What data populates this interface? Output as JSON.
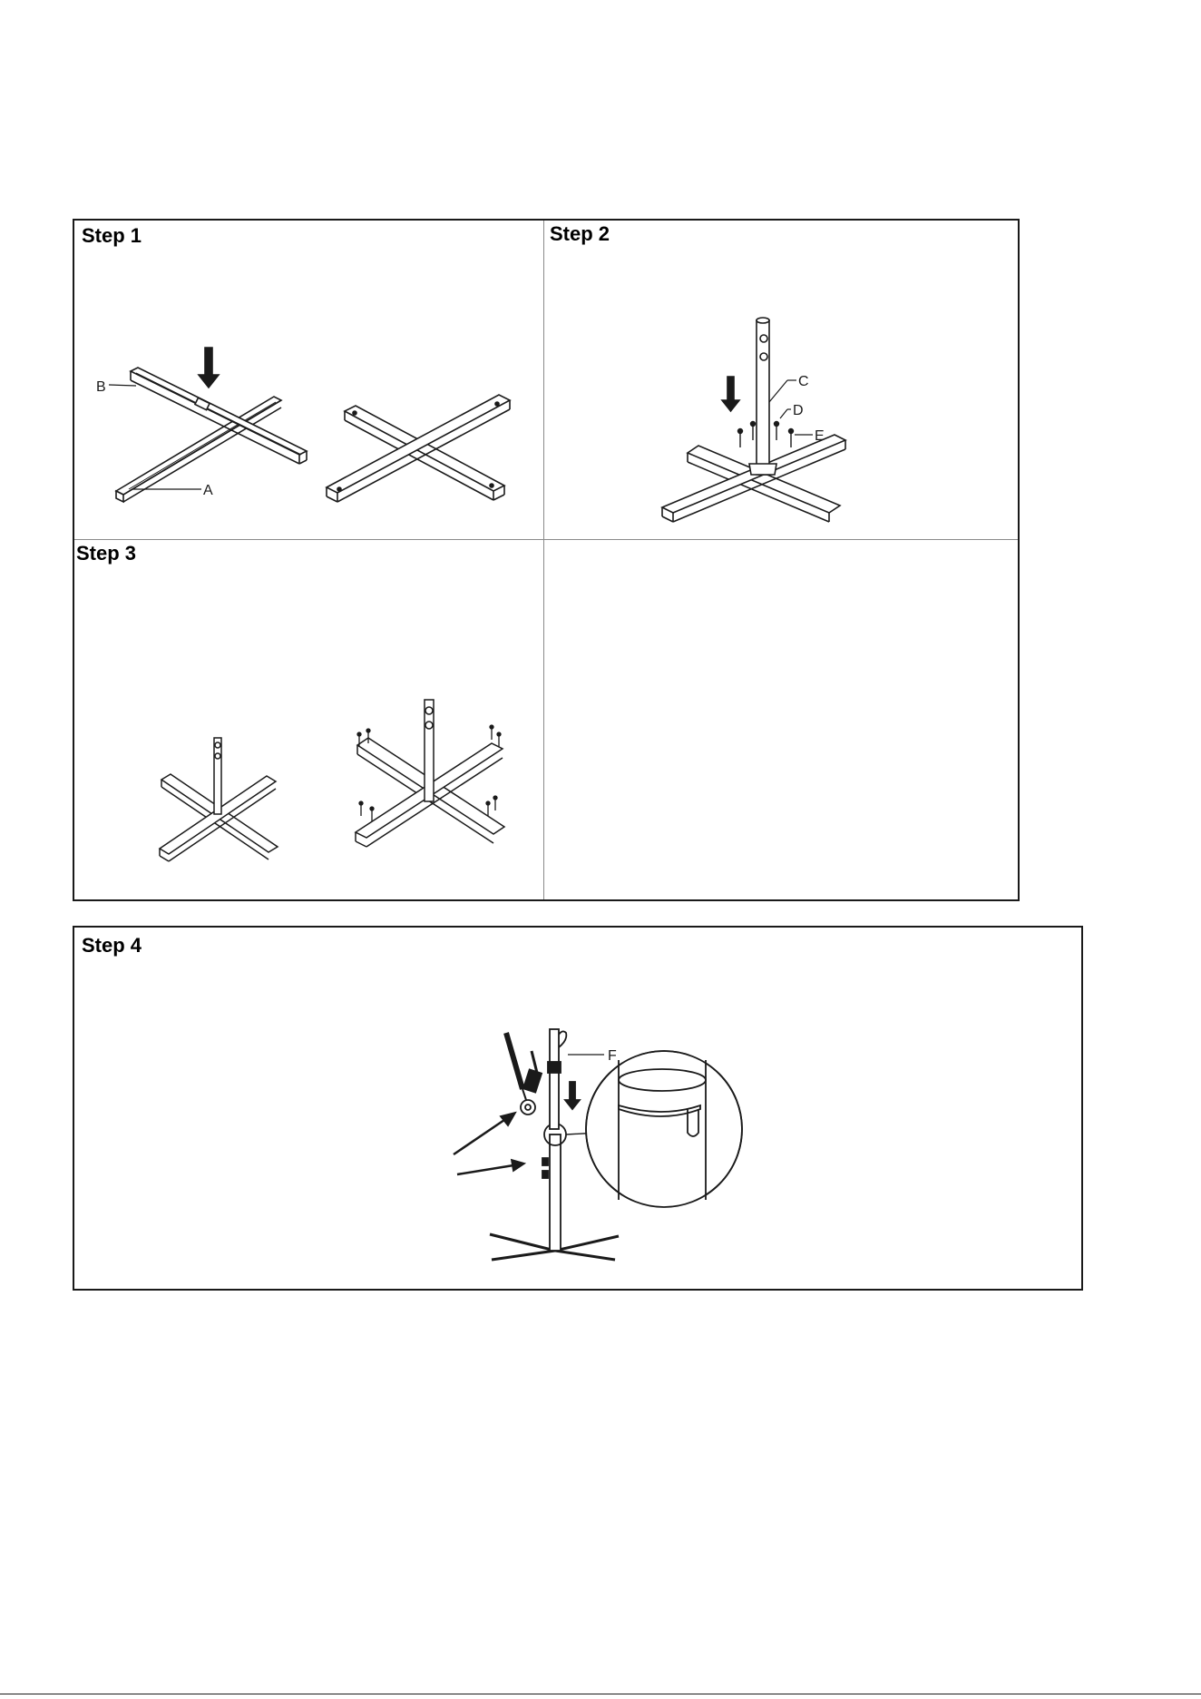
{
  "steps": [
    {
      "title": "Step 1",
      "labels": {
        "a": "A",
        "b": "B"
      }
    },
    {
      "title": "Step 2",
      "labels": {
        "c": "C",
        "d": "D",
        "e": "E"
      }
    },
    {
      "title": "Step 3"
    },
    {
      "title": "Step 4",
      "labels": {
        "f": "F"
      }
    }
  ],
  "colors": {
    "line": "#1a1a1a",
    "divider": "#8a8a8a"
  }
}
